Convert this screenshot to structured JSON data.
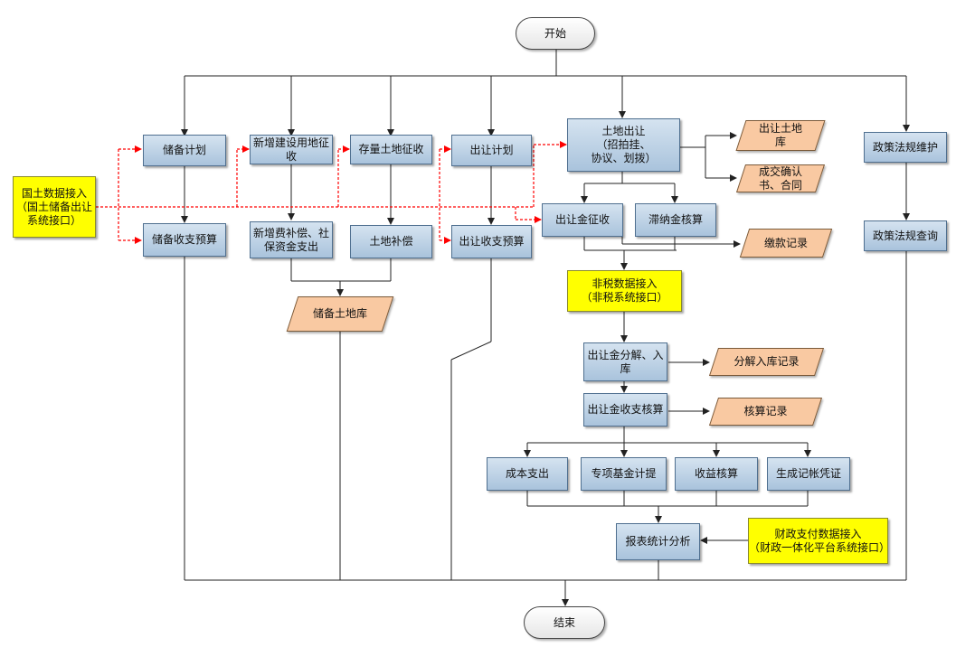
{
  "colors": {
    "process_fill": "#b8cfe4",
    "interface_fill": "#ffff00",
    "record_fill": "#f9c9a2",
    "dashed_arrow": "#ff0000",
    "line": "#222222"
  },
  "nodes": {
    "start": "开始",
    "end": "结束",
    "land_data_interface": "国土数据接入\n（国土储备出让\n系统接口）",
    "reserve_plan": "储备计划",
    "reserve_budget": "储备收支预算",
    "new_land_acquisition": "新增建设用地征\n收",
    "new_fee_compensation": "新增费补偿、社\n保资金支出",
    "existing_land_acquisition": "存量土地征收",
    "land_compensation": "土地补偿",
    "reserve_land_bank": "储备土地库",
    "transfer_plan": "出让计划",
    "transfer_budget": "出让收支预算",
    "land_transfer": "土地出让\n（招拍挂、\n协议、划拨）",
    "transfer_land_bank": "出让土地\n库",
    "deal_confirmation": "成交确认\n书、合同",
    "transfer_fee_collection": "出让金征收",
    "late_fee_accounting": "滞纳金核算",
    "payment_record": "缴款记录",
    "non_tax_interface": "非税数据接入\n（非税系统接口）",
    "fee_decomposition": "出让金分解、入\n库",
    "decomposition_record": "分解入库记录",
    "fee_accounting": "出让金收支核算",
    "accounting_record": "核算记录",
    "cost_expense": "成本支出",
    "special_fund": "专项基金计提",
    "income_accounting": "收益核算",
    "voucher_generation": "生成记帐凭证",
    "report_analysis": "报表统计分析",
    "finance_interface": "财政支付数据接入\n（财政一体化平台系统接口）",
    "policy_maintenance": "政策法规维护",
    "policy_query": "政策法规查询"
  }
}
